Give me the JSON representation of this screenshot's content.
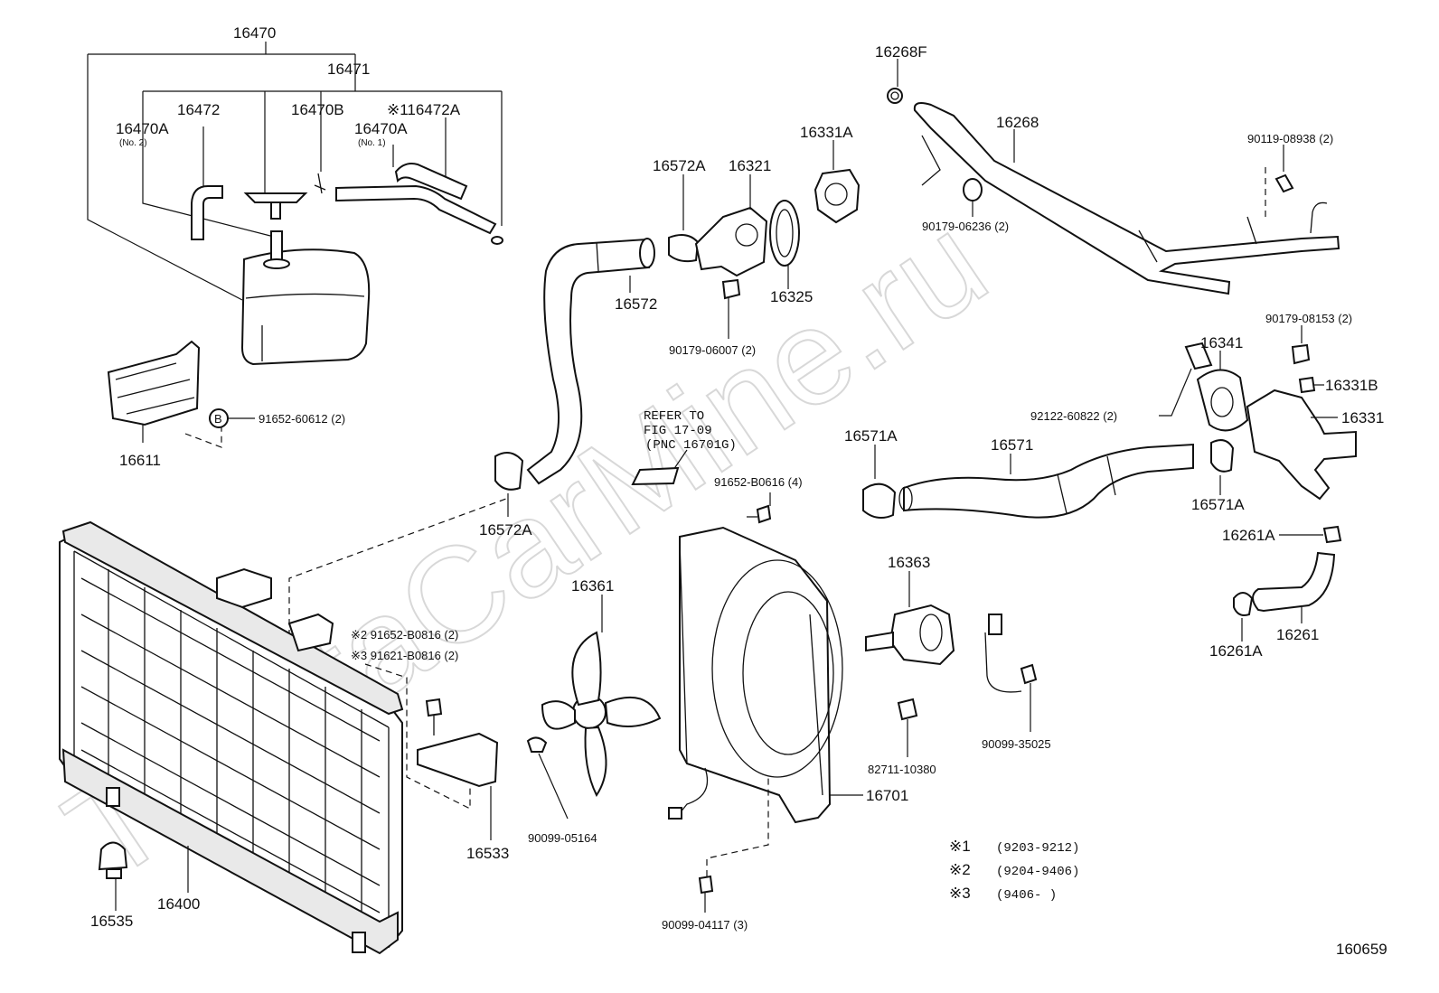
{
  "watermark": "ToyotaCarMine.ru",
  "figure_id": "160659",
  "labels": {
    "p16470": "16470",
    "p16471": "16471",
    "p16472": "16472",
    "p16470A_no2": "16470A",
    "no2": "(No. 2)",
    "p16470B": "16470B",
    "p16470A_no1": "16470A",
    "no1": "(No. 1)",
    "p116472A": "※116472A",
    "p16611": "16611",
    "p91652_60612": "91652-60612 (2)",
    "circle_b": "B",
    "p16572A_top": "16572A",
    "p16321": "16321",
    "p16331A": "16331A",
    "p16572": "16572",
    "p16325": "16325",
    "p90179_06007": "90179-06007 (2)",
    "p16268F": "16268F",
    "p16268": "16268",
    "p90119_08938": "90119-08938 (2)",
    "p90179_06236": "90179-06236 (2)",
    "p90179_08153": "90179-08153 (2)",
    "p16341": "16341",
    "p16331B": "16331B",
    "p92122_60822": "92122-60822 (2)",
    "p16331": "16331",
    "p16571A_left": "16571A",
    "p16571": "16571",
    "p16571A_right": "16571A",
    "p16261A_top": "16261A",
    "p16261": "16261",
    "p16261A_bottom": "16261A",
    "refer1": "REFER TO",
    "refer2": "FIG 17-09",
    "refer3": "(PNC 16701G)",
    "p91652_B0616": "91652-B0616 (4)",
    "p16572A_bottom": "16572A",
    "p16361": "16361",
    "p16363": "16363",
    "p91652_B0816": "※2 91652-B0816 (2)",
    "p91621_B0816": "※3 91621-B0816 (2)",
    "p16533": "16533",
    "p90099_05164": "90099-05164",
    "p16701": "16701",
    "p82711_10380": "82711-10380",
    "p90099_35025": "90099-35025",
    "p16535": "16535",
    "p16400": "16400",
    "p90099_04117": "90099-04117 (3)"
  },
  "legend": [
    {
      "mark": "※1",
      "range": "(9203-9212)"
    },
    {
      "mark": "※2",
      "range": "(9204-9406)"
    },
    {
      "mark": "※3",
      "range": "(9406-      )"
    }
  ]
}
